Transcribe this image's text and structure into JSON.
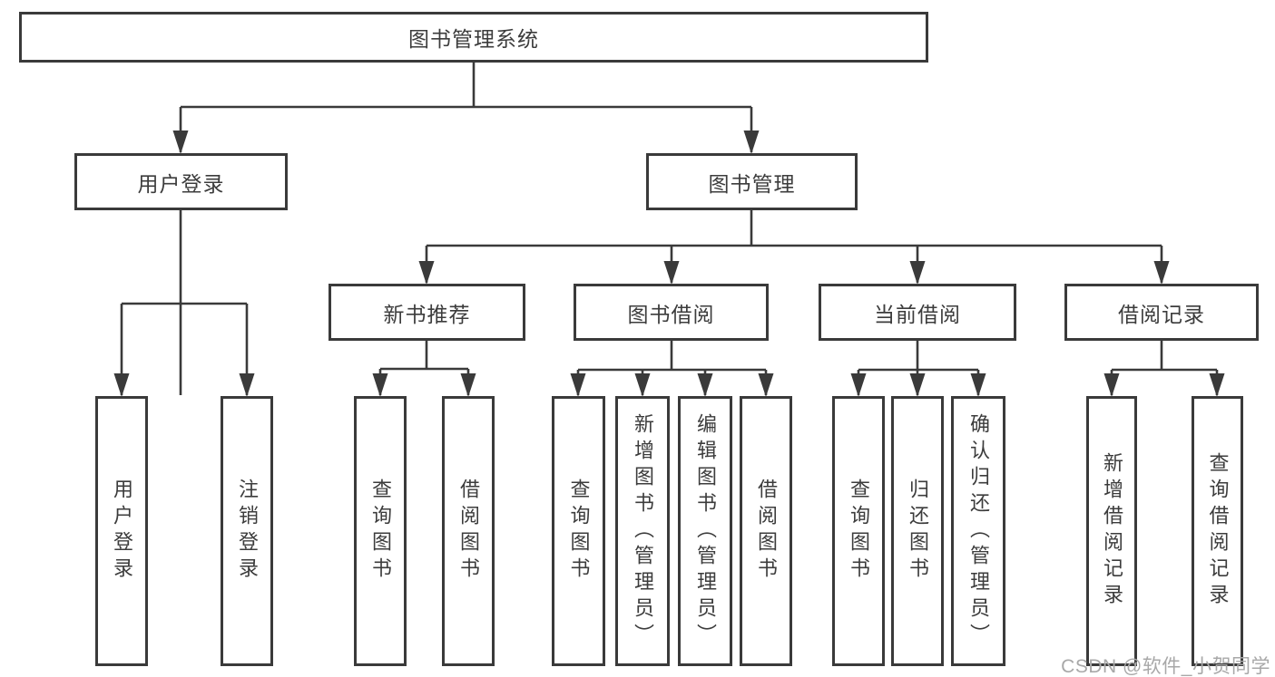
{
  "diagram": {
    "root": {
      "label": "图书管理系统"
    },
    "branches": [
      {
        "label": "用户登录",
        "children": [
          {
            "label": "用户登录"
          },
          {
            "label": "注销登录"
          }
        ]
      },
      {
        "label": "图书管理",
        "children": [
          {
            "label": "新书推荐",
            "children": [
              {
                "label": "查询图书"
              },
              {
                "label": "借阅图书"
              }
            ]
          },
          {
            "label": "图书借阅",
            "children": [
              {
                "label": "查询图书"
              },
              {
                "label": "新增图书（管理员）"
              },
              {
                "label": "编辑图书（管理员）"
              },
              {
                "label": "借阅图书"
              }
            ]
          },
          {
            "label": "当前借阅",
            "children": [
              {
                "label": "查询图书"
              },
              {
                "label": "归还图书"
              },
              {
                "label": "确认归还（管理员）"
              }
            ]
          },
          {
            "label": "借阅记录",
            "children": [
              {
                "label": "新增借阅记录"
              },
              {
                "label": "查询借阅记录"
              }
            ]
          }
        ]
      }
    ]
  },
  "watermark": {
    "text": "CSDN @软件_小贺同学"
  },
  "colors": {
    "line": "#3a3a3a",
    "text": "#3c3c3c",
    "background": "#ffffff",
    "watermark": "#a8a8a8"
  }
}
